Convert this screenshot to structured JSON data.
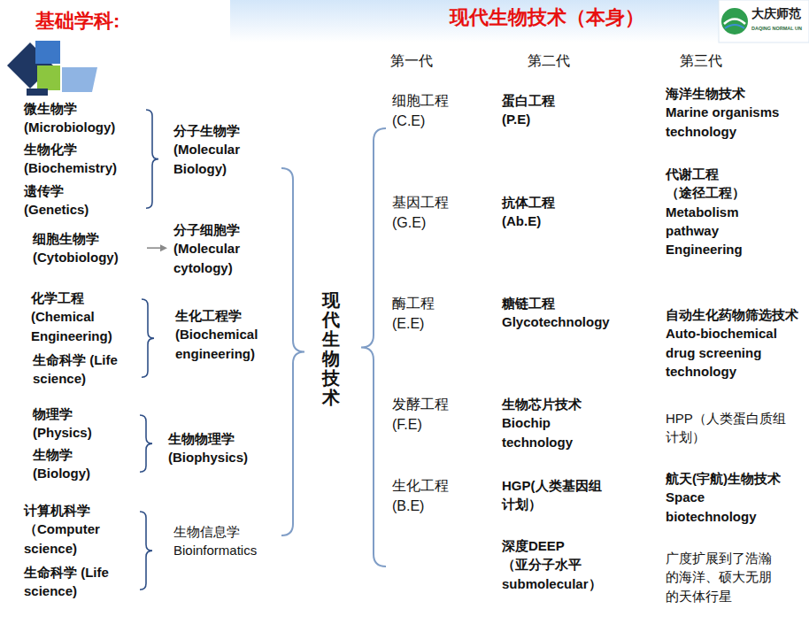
{
  "diagram": {
    "title": "现代生物技术（本身）",
    "labels": [
      "基础学科:",
      "第一代",
      "第二代",
      "第三代",
      "微生物学 (Microbiology)",
      "生物化学 (Biochemistry)",
      "遗传学 (Genetics)",
      "分子生物学 (Molecular Biology)",
      "细胞生物学 (Cytobiology)",
      "分子细胞学 (Molecular cytology)",
      "化学工程 (Chemical Engineering)",
      "生命科学 (Life science)",
      "生化工程学 (Biochemical engineering)",
      "物理学 (Physics)",
      "生物学 (Biology)",
      "生物物理学 (Biophysics)",
      "计算机科学 （Computer science)",
      "生命科学 (Life science)",
      "生物信息学 Bioinformatics",
      "现代生物技术",
      "细胞工程 (C.E)",
      "蛋白工程 (P.E)",
      "海洋生物技术 Marine organisms technology",
      "基因工程 (G.E)",
      "抗体工程 (Ab.E)",
      "代谢工程 （途径工程） Metabolism pathway Engineering",
      "酶工程 (E.E)",
      "糖链工程 Glycotechnology",
      "自动生化药物筛选技术 Auto-biochemical drug screening technology",
      "发酵工程 (F.E)",
      "生物芯片技术 Biochip technology",
      "HPP（人类蛋白质组计划）",
      "生化工程 (B.E)",
      "HGP(人类基因组计划）",
      "航天(宇航)生物技术 Space biotechnology",
      "深度DEEP （亚分子水平 submolecular）",
      "广度扩展到了浩瀚的海洋、硕大无朋的天体行星",
      "大庆师范",
      "DAQING NORMAL UN"
    ]
  }
}
